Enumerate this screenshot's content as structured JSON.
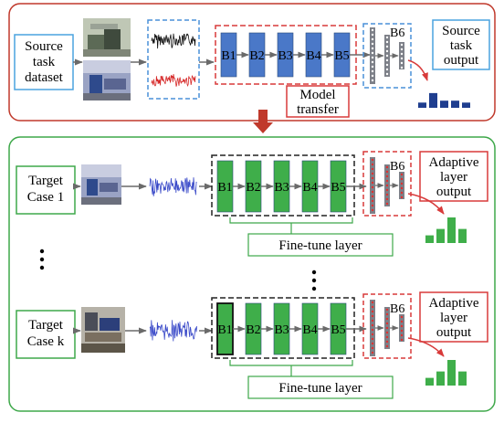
{
  "source_section": {
    "dataset_label": [
      "Source",
      "task",
      "dataset"
    ],
    "blocks": [
      "B1",
      "B2",
      "B3",
      "B4",
      "B5"
    ],
    "b6_label": "B6",
    "output_label": [
      "Source",
      "task",
      "output"
    ],
    "transfer_label": [
      "Model",
      "transfer"
    ],
    "output_bars": [
      0.22,
      0.62,
      0.3,
      0.3,
      0.22
    ]
  },
  "target_cases": [
    {
      "case_label": [
        "Target",
        "Case 1"
      ],
      "blocks": [
        "B1",
        "B2",
        "B3",
        "B4",
        "B5"
      ],
      "b6_label": "B6",
      "output_label": [
        "Adaptive",
        "layer",
        "output"
      ],
      "finetune_label": "Fine-tune layer",
      "output_bars": [
        0.3,
        0.55,
        1.0,
        0.55
      ]
    },
    {
      "case_label": [
        "Target",
        "Case k"
      ],
      "blocks": [
        "B1",
        "B2",
        "B3",
        "B4",
        "B5"
      ],
      "b6_label": "B6",
      "output_label": [
        "Adaptive",
        "layer",
        "output"
      ],
      "finetune_label": "Fine-tune layer",
      "output_bars": [
        0.3,
        0.55,
        1.0,
        0.55
      ]
    }
  ],
  "colors": {
    "source_frame": "#c0392b",
    "target_frame": "#3ea84a",
    "source_block": "#4a78c8",
    "target_block": "#3fae4a",
    "red_dash": "#d83a3a",
    "blue_dash": "#4a90d9",
    "black_dash": "#222222",
    "source_bar": "#1f3e8f",
    "target_bar": "#3fae4a",
    "transfer_arrow": "#c0392b",
    "arrow_gray": "#6a6a6a",
    "signal_black": "#111111",
    "signal_red": "#d62828",
    "signal_blue": "#3848c8",
    "label_box_blue": "#4aa3df",
    "label_box_green": "#3ea84a",
    "label_box_red": "#d83a3a"
  }
}
